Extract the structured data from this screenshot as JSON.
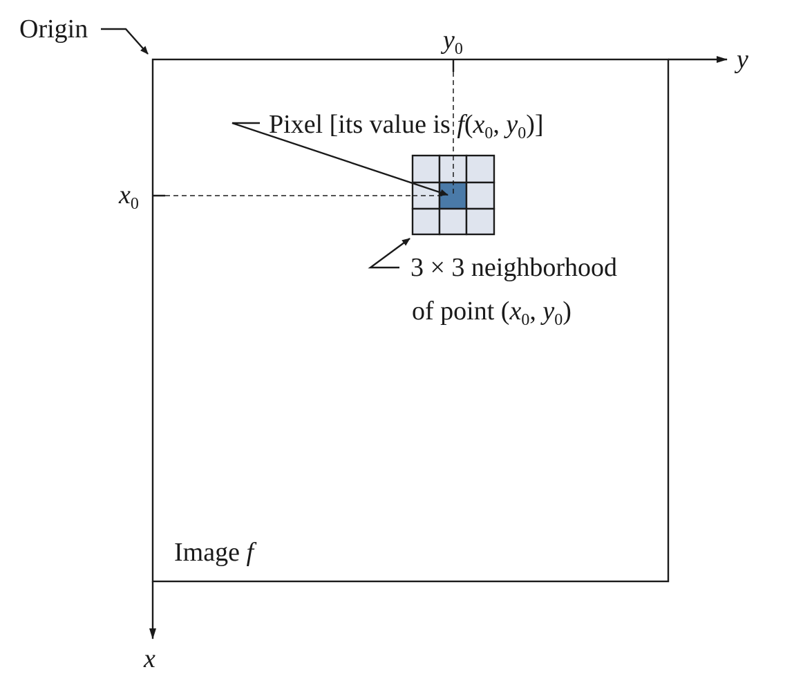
{
  "labels": {
    "origin": "Origin",
    "y_axis": "y",
    "x_axis": "x",
    "y0_var": "y",
    "y0_sub": "0",
    "x0_var": "x",
    "x0_sub": "0",
    "pixel_prefix": "Pixel [its value is ",
    "pixel_f": "f",
    "pixel_open": "(",
    "pixel_x": "x",
    "pixel_x_sub": "0",
    "pixel_comma": ", ",
    "pixel_y": "y",
    "pixel_y_sub": "0",
    "pixel_close": ")]",
    "neighborhood_line1": "3 × 3 neighborhood",
    "neighborhood_line2_prefix": "of point (",
    "neighborhood_x": "x",
    "neighborhood_x_sub": "0",
    "neighborhood_comma": ", ",
    "neighborhood_y": "y",
    "neighborhood_y_sub": "0",
    "neighborhood_close": ")",
    "image_prefix": "Image ",
    "image_f": "f"
  },
  "colors": {
    "neighbor_cell": "#dfe4ee",
    "center_cell": "#4a7aa8",
    "stroke": "#1a1a1a"
  }
}
